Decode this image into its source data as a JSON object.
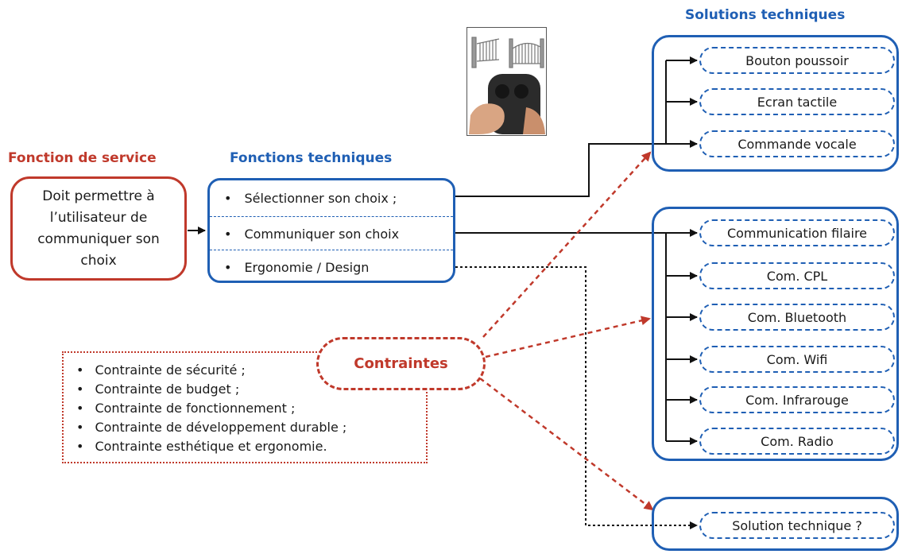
{
  "headings": {
    "service": "Fonction de service",
    "technical_functions": "Fonctions techniques",
    "technical_solutions": "Solutions techniques"
  },
  "service_function": {
    "text": "Doit permettre à l’utilisateur de communiquer son choix"
  },
  "technical_functions": [
    "Sélectionner son choix ;",
    "Communiquer son choix",
    "Ergonomie / Design"
  ],
  "solutions": {
    "selection": [
      "Bouton poussoir",
      "Ecran tactile",
      "Commande vocale"
    ],
    "communication": [
      "Communication filaire",
      "Com. CPL",
      "Com. Bluetooth",
      "Com. Wifi",
      "Com. Infrarouge",
      "Com. Radio"
    ],
    "design": [
      "Solution technique ?"
    ]
  },
  "constraints": {
    "label": "Contraintes",
    "items": [
      "Contrainte de sécurité ;",
      "Contrainte de budget ;",
      "Contrainte de fonctionnement ;",
      "Contrainte de développement durable ;",
      "Contrainte esthétique et ergonomie."
    ]
  },
  "colors": {
    "red": "#c0392b",
    "blue": "#1f5fb4",
    "black": "#111111"
  },
  "photo": {
    "icon": "gate-remote-photo"
  }
}
